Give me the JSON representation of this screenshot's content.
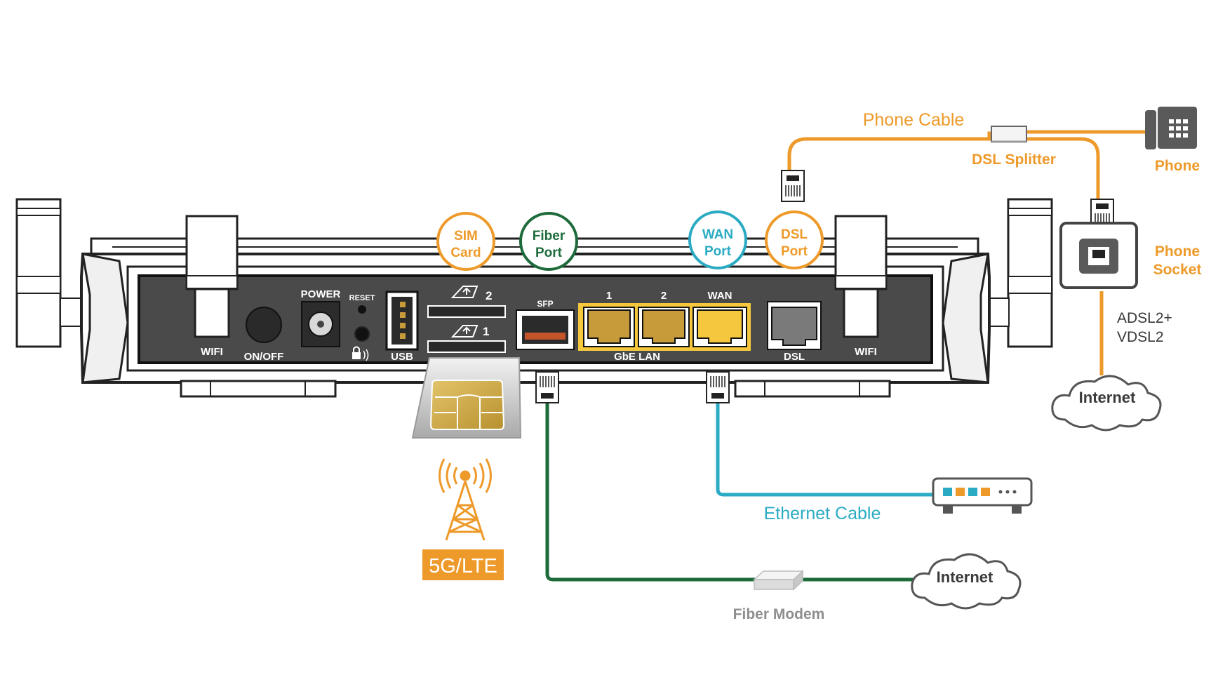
{
  "colors": {
    "orange": "#ee9a2a",
    "green": "#1d6b3a",
    "teal": "#2aabc3",
    "gold": "#c89b3a",
    "gold_bright": "#f4c73c",
    "panel": "#4a4a4a",
    "gray_text": "#8e8e8e",
    "dark_text": "#3a3a3a"
  },
  "router": {
    "wifi_left": "WIFI",
    "wifi_right": "WIFI",
    "on_off": "ON/OFF",
    "power": "POWER",
    "reset": "RESET",
    "usb": "USB",
    "sim_slot_2": "2",
    "sim_slot_1": "1",
    "sfp": "SFP",
    "lan_1": "1",
    "lan_2": "2",
    "wan": "WAN",
    "gbe_lan": "GbE LAN",
    "dsl": "DSL"
  },
  "callouts": {
    "sim_card": [
      "SIM",
      "Card"
    ],
    "fiber_port": [
      "Fiber",
      "Port"
    ],
    "wan_port": [
      "WAN",
      "Port"
    ],
    "dsl_port": [
      "DSL",
      "Port"
    ]
  },
  "labels": {
    "phone_cable": "Phone Cable",
    "dsl_splitter": "DSL Splitter",
    "phone": "Phone",
    "phone_socket": [
      "Phone",
      "Socket"
    ],
    "dsl_standards": [
      "ADSL2+",
      "VDSL2"
    ],
    "internet_top": "Internet",
    "ethernet_cable": "Ethernet Cable",
    "internet_bottom": "Internet",
    "fiber_modem": "Fiber Modem",
    "mobile": "5G/LTE"
  },
  "icons": [
    "cell-tower-icon",
    "sim-card-icon",
    "telephone-icon",
    "cloud-icon",
    "modem-icon",
    "rj-connector-icon",
    "phone-socket-icon",
    "lock-icon"
  ]
}
